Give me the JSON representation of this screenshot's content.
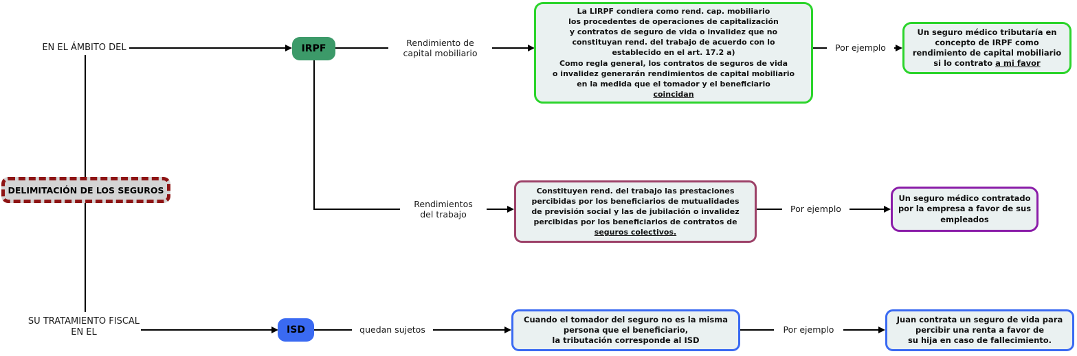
{
  "colors": {
    "green_node_fill": "#3C9A69",
    "green_box_border": "#2BD42B",
    "purple_box_border": "#9C4168",
    "purple_example_border": "#8A1CA8",
    "blue_fill_and_border": "#3A6AF2",
    "root_dashed_border": "#8E1414",
    "root_fill": "#D4D4D4",
    "content_box_fill": "#EAF1F1"
  },
  "root": {
    "label": "DELIMITACIÓN DE LOS SEGUROS"
  },
  "labels": {
    "ambito": "EN EL ÁMBITO DEL",
    "tratamiento": "SU TRATAMIENTO FISCAL\nEN EL"
  },
  "nodes": {
    "irpf": "IRPF",
    "isd": "ISD"
  },
  "edges": {
    "rend_capital": "Rendimiento de\ncapital mobiliario",
    "rend_trabajo": "Rendimientos\ndel trabajo",
    "quedan_sujetos": "quedan sujetos",
    "por_ejemplo_1": "Por ejemplo",
    "por_ejemplo_2": "Por ejemplo",
    "por_ejemplo_3": "Por ejemplo"
  },
  "boxes": {
    "irpf_capital": {
      "text": "La LIRPF condiera como rend. cap. mobiliario\nlos procedentes de operaciones de capitalización\ny contratos de seguro de vida o invalidez que no\nconstituyan rend. del trabajo de acuerdo con lo\nestablecido en el art. 17.2 a)\nComo regla general, los contratos de seguros de vida\no invalidez generarán rendimientos de capital mobiliario\nen la medida que el tomador y el beneficiario",
      "underline": "coincidan"
    },
    "irpf_example": {
      "text": "Un seguro médico tributaría en\nconcepto de IRPF como\nrendimiento de capital mobiliario",
      "last_prefix": "si lo contrato ",
      "underline": "a mi favor"
    },
    "trabajo": {
      "text": "Constituyen rend. del trabajo las prestaciones\npercibidas por los beneficiarios de mutualidades\nde previsión social y las de jubilación o invalidez\npercibidas por los beneficiarios de contratos de",
      "underline": "seguros colectivos."
    },
    "trabajo_example": {
      "text": "Un seguro médico contratado\npor la empresa a favor de sus\nempleados"
    },
    "isd": {
      "text": "Cuando el tomador del seguro no es la misma\npersona que el beneficiario,\nla tributación corresponde al ISD"
    },
    "isd_example": {
      "text": "Juan contrata un seguro de vida para\npercibir una renta a favor de\nsu hija en caso de fallecimiento."
    }
  }
}
